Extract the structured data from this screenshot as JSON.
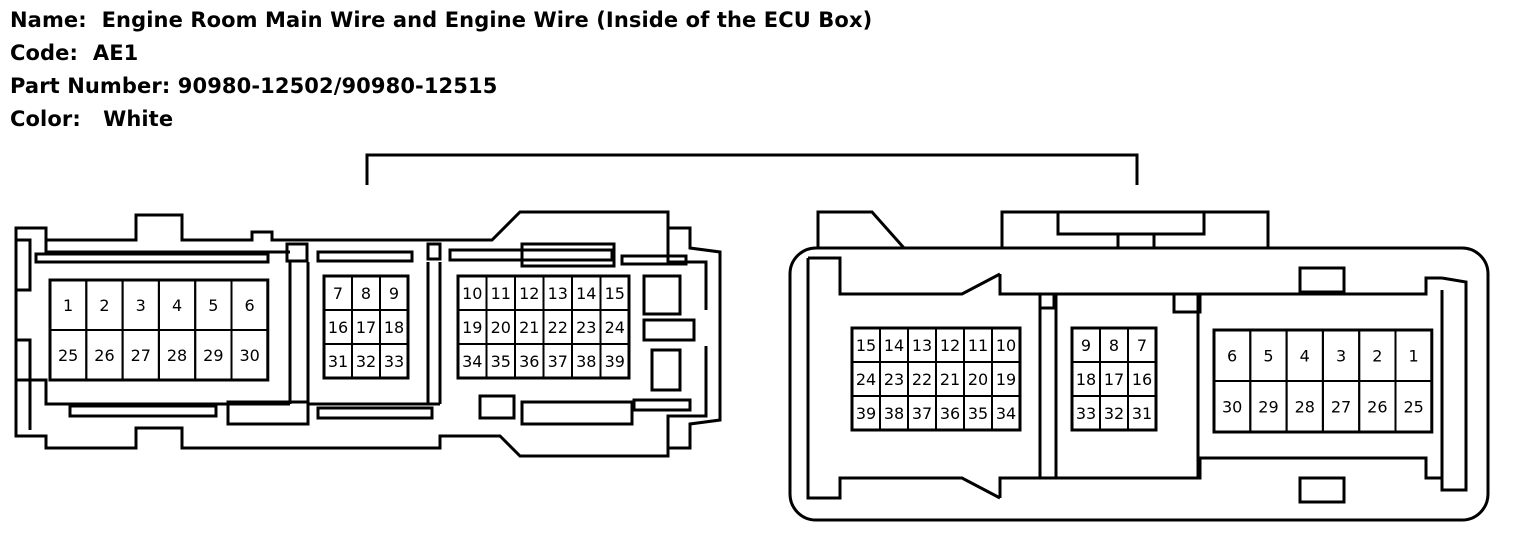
{
  "header": {
    "name_label": "Name:",
    "name_value": "Engine Room Main Wire and Engine Wire (Inside of the ECU Box)",
    "code_label": "Code:",
    "code_value": "AE1",
    "part_label": "Part Number:",
    "part_value": "90980-12502/90980-12515",
    "color_label": "Color:",
    "color_value": "White"
  },
  "connectors": {
    "left": {
      "block_a": [
        [
          "1",
          "2",
          "3",
          "4",
          "5",
          "6"
        ],
        [
          "25",
          "26",
          "27",
          "28",
          "29",
          "30"
        ]
      ],
      "block_b": [
        [
          "7",
          "8",
          "9"
        ],
        [
          "16",
          "17",
          "18"
        ],
        [
          "31",
          "32",
          "33"
        ]
      ],
      "block_c": [
        [
          "10",
          "11",
          "12",
          "13",
          "14",
          "15"
        ],
        [
          "19",
          "20",
          "21",
          "22",
          "23",
          "24"
        ],
        [
          "34",
          "35",
          "36",
          "37",
          "38",
          "39"
        ]
      ]
    },
    "right": {
      "block_a": [
        [
          "15",
          "14",
          "13",
          "12",
          "11",
          "10"
        ],
        [
          "24",
          "23",
          "22",
          "21",
          "20",
          "19"
        ],
        [
          "39",
          "38",
          "37",
          "36",
          "35",
          "34"
        ]
      ],
      "block_b": [
        [
          "9",
          "8",
          "7"
        ],
        [
          "18",
          "17",
          "16"
        ],
        [
          "33",
          "32",
          "31"
        ]
      ],
      "block_c": [
        [
          "6",
          "5",
          "4",
          "3",
          "2",
          "1"
        ],
        [
          "30",
          "29",
          "28",
          "27",
          "26",
          "25"
        ]
      ]
    }
  }
}
